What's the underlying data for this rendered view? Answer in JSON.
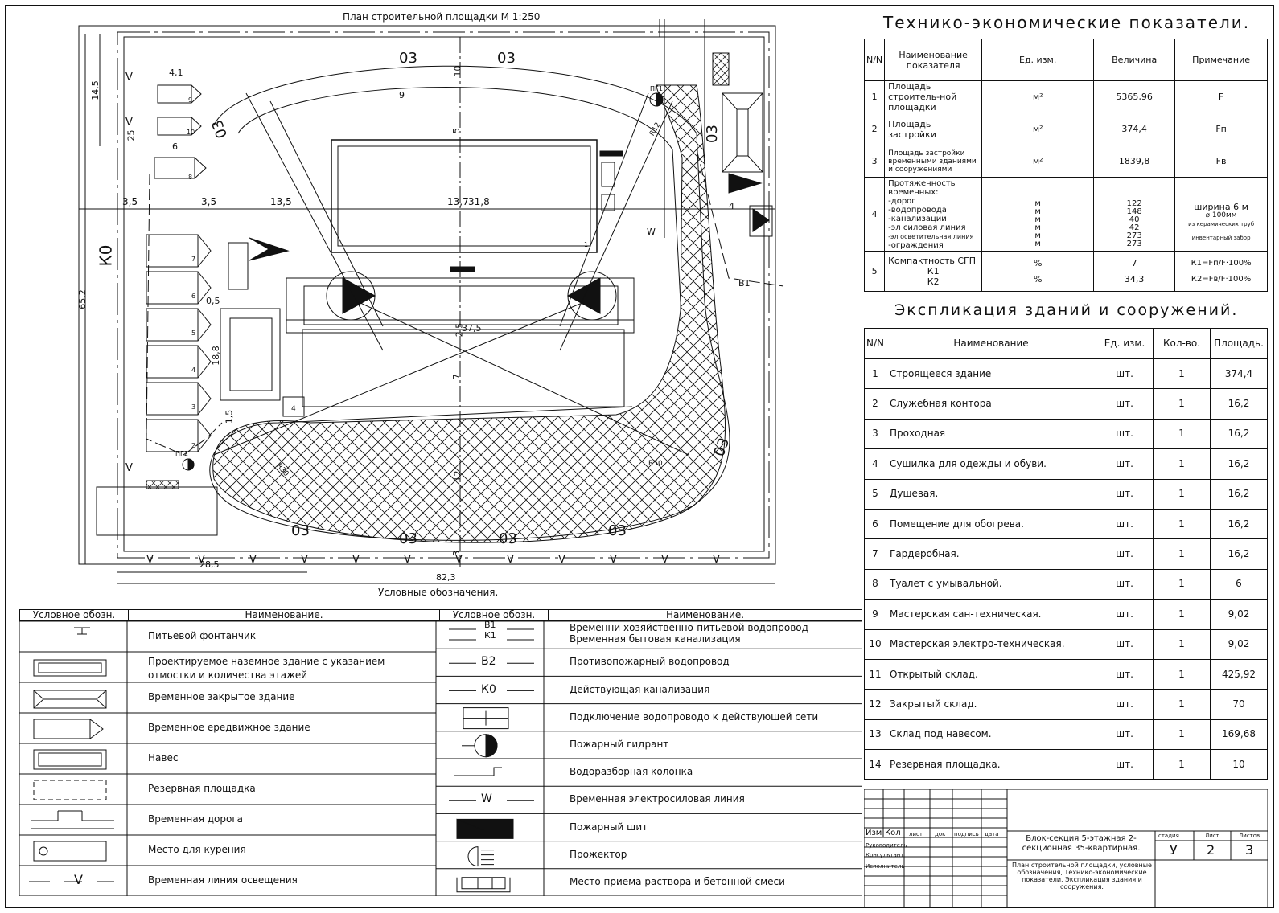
{
  "plan": {
    "title": "План строительной площадки М 1:250",
    "dims": {
      "d14_5": "14,5",
      "d65_2": "65,2",
      "d25": "25",
      "d4_1": "4,1",
      "d6": "6",
      "d3_5a": "3,5",
      "d3_5b": "3,5",
      "d13_5": "13,5",
      "d13_7": "13,7",
      "d31_8": "31,8",
      "d37_5": "37,5",
      "d28_5": "28,5",
      "d82_3": "82,3",
      "d10": "10",
      "d9": "9",
      "d5": "5",
      "d7": "7",
      "d12": "12",
      "d4": "4",
      "d0_5": "0,5",
      "d18_8": "18,8",
      "d1_5": "1,5",
      "d3": "3",
      "d2_5": "2,5"
    },
    "labels": {
      "o3_top1": "03",
      "o3_top2": "03",
      "o3_left": "03",
      "o3_right_top": "03",
      "o3_right_bottom": "03",
      "o3_bot1": "03",
      "o3_bot2": "03",
      "o3_bot3": "03",
      "o3_bot4": "03",
      "k0": "К0",
      "b1_right": "В1",
      "w_line": "W",
      "pg1": "ПГ1",
      "pg2": "ПГ2",
      "r12": "R12",
      "r50": "R50",
      "r30": "R30",
      "n1": "1",
      "n2": "2",
      "n3": "3",
      "n4": "4",
      "n5": "5",
      "n6": "6",
      "n7": "7",
      "n8": "8",
      "n9": "9",
      "n10": "10"
    }
  },
  "tep": {
    "title": "Технико-экономические показатели.",
    "headers": [
      "N/N",
      "Наименование показателя",
      "Ед. изм.",
      "Величина",
      "Примечание"
    ],
    "rows": [
      {
        "n": "1",
        "name": "Площадь строитель-ной площадки",
        "unit": "м²",
        "value": "5365,96",
        "note": "F"
      },
      {
        "n": "2",
        "name": "Площадь застройки",
        "unit": "м²",
        "value": "374,4",
        "note": "Fп"
      },
      {
        "n": "3",
        "name": "Площадь застройки временными зданиями и сооружениями",
        "unit": "м²",
        "value": "1839,8",
        "note": "Fв"
      }
    ],
    "row4": {
      "n": "4",
      "name_lines": [
        "Протяженность",
        "временных:",
        "-дорог",
        "-водопровода",
        "-канализации",
        "-эл силовая линия",
        "-эл осветительная линия",
        "-ограждения"
      ],
      "units": [
        "м",
        "м",
        "м",
        "м",
        "м",
        "м"
      ],
      "values": [
        "122",
        "148",
        "40",
        "42",
        "273",
        "273"
      ],
      "notes": [
        "ширина 6 м",
        "⌀ 100мм",
        "из керамических труб",
        "инвентарный забор"
      ]
    },
    "row5": {
      "n": "5",
      "name_lines": [
        "Компактность СГП",
        "К1",
        "К2"
      ],
      "units": [
        "%",
        "%"
      ],
      "values": [
        "7",
        "34,3"
      ],
      "notes": [
        "К1=Fп/F·100%",
        "К2=Fв/F·100%"
      ]
    }
  },
  "expl": {
    "title": "Экспликация зданий и сооружений.",
    "headers": [
      "N/N",
      "Наименование",
      "Ед. изм.",
      "Кол-во.",
      "Площадь."
    ],
    "rows": [
      {
        "n": "1",
        "name": "Строящееся здание",
        "unit": "шт.",
        "qty": "1",
        "area": "374,4"
      },
      {
        "n": "2",
        "name": "Служебная контора",
        "unit": "шт.",
        "qty": "1",
        "area": "16,2"
      },
      {
        "n": "3",
        "name": "Проходная",
        "unit": "шт.",
        "qty": "1",
        "area": "16,2"
      },
      {
        "n": "4",
        "name": "Сушилка для одежды и обуви.",
        "unit": "шт.",
        "qty": "1",
        "area": "16,2"
      },
      {
        "n": "5",
        "name": "Душевая.",
        "unit": "шт.",
        "qty": "1",
        "area": "16,2"
      },
      {
        "n": "6",
        "name": "Помещение для обогрева.",
        "unit": "шт.",
        "qty": "1",
        "area": "16,2"
      },
      {
        "n": "7",
        "name": "Гардеробная.",
        "unit": "шт.",
        "qty": "1",
        "area": "16,2"
      },
      {
        "n": "8",
        "name": "Туалет с умывальной.",
        "unit": "шт.",
        "qty": "1",
        "area": "6"
      },
      {
        "n": "9",
        "name": "Мастерская сан-техническая.",
        "unit": "шт.",
        "qty": "1",
        "area": "9,02"
      },
      {
        "n": "10",
        "name": "Мастерская электро-техническая.",
        "unit": "шт.",
        "qty": "1",
        "area": "9,02"
      },
      {
        "n": "11",
        "name": "Открытый склад.",
        "unit": "шт.",
        "qty": "1",
        "area": "425,92"
      },
      {
        "n": "12",
        "name": "Закрытый склад.",
        "unit": "шт.",
        "qty": "1",
        "area": "70"
      },
      {
        "n": "13",
        "name": "Склад под навесом.",
        "unit": "шт.",
        "qty": "1",
        "area": "169,68"
      },
      {
        "n": "14",
        "name": "Резервная площадка.",
        "unit": "шт.",
        "qty": "1",
        "area": "10"
      }
    ]
  },
  "legend": {
    "title": "Условные обозначения.",
    "headers": [
      "Условное обозн.",
      "Наименование.",
      "Условное обозн.",
      "Наименование."
    ],
    "left": [
      {
        "name": "Питьевой фонтанчик",
        "icon": "drinking-fountain-icon"
      },
      {
        "name": "Проектируемое наземное здание с указанием отмостки и количества этажей",
        "icon": "designed-building-icon"
      },
      {
        "name": "Временное закрытое здание",
        "icon": "closed-building-icon"
      },
      {
        "name": "Временное ередвижное здание",
        "icon": "mobile-building-icon"
      },
      {
        "name": "Навес",
        "icon": "canopy-icon"
      },
      {
        "name": "Резервная площадка",
        "icon": "reserve-area-icon"
      },
      {
        "name": "Временная дорога",
        "icon": "temporary-road-icon"
      },
      {
        "name": "Место для курения",
        "icon": "smoking-area-icon"
      },
      {
        "name": "Временная линия освещения",
        "icon": "lighting-line-icon"
      }
    ],
    "right": [
      {
        "name": "Временни хозяйственно-питьевой водопровод",
        "name2": "Временная бытовая канализация",
        "sym": "В1",
        "sym2": "К1"
      },
      {
        "name": "Противопожарный водопровод",
        "sym": "В2"
      },
      {
        "name": "Действующая канализация",
        "sym": "К0"
      },
      {
        "name": "Подключение водопроводо к действующей сети",
        "icon": "water-connection-icon"
      },
      {
        "name": "Пожарный гидрант",
        "icon": "fire-hydrant-icon"
      },
      {
        "name": "Водоразборная колонка",
        "icon": "water-column-icon"
      },
      {
        "name": "Временная электросиловая линия",
        "sym": "W"
      },
      {
        "name": "Пожарный щит",
        "icon": "fire-shield-icon"
      },
      {
        "name": "Прожектор",
        "icon": "floodlight-icon"
      },
      {
        "name": "Место приема раствора и бетонной смеси",
        "icon": "concrete-receiving-icon"
      }
    ],
    "line_symbol_v": "V"
  },
  "stamp": {
    "cols": [
      "Изм",
      "Кол",
      "лист",
      "док",
      "подпись",
      "дата"
    ],
    "roles": [
      "Руководитель",
      "Консультант",
      "Исполнитель"
    ],
    "project": "Блок-секция 5-этажная 2-секционная 35-квартирная.",
    "sheet_title": "План строительной площадки, условные обозначения, Технико-экономические показатели, Экспликация здания и сооружения.",
    "stage_label": "стадия",
    "sheet_label": "Лист",
    "sheets_label": "Листов",
    "stage": "У",
    "sheet": "2",
    "sheets": "3"
  }
}
